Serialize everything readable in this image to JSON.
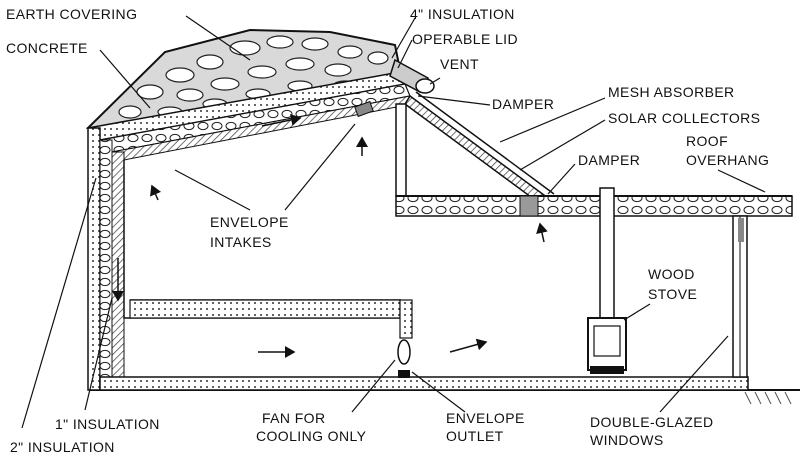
{
  "labels": {
    "earth_covering": "EARTH COVERING",
    "insulation_4": "4\" INSULATION",
    "operable_lid": "OPERABLE LID",
    "vent": "VENT",
    "concrete": "CONCRETE",
    "damper_top": "DAMPER",
    "mesh_absorber": "MESH ABSORBER",
    "solar_collectors": "SOLAR COLLECTORS",
    "damper_mid": "DAMPER",
    "roof": "ROOF",
    "overhang": "OVERHANG",
    "envelope": "ENVELOPE",
    "intakes": "INTAKES",
    "wood": "WOOD",
    "stove": "STOVE",
    "insulation_1": "1\" INSULATION",
    "insulation_2": "2\" INSULATION",
    "fan_for": "FAN FOR",
    "cooling_only": "COOLING ONLY",
    "envelope_b": "ENVELOPE",
    "outlet": "OUTLET",
    "double_glazed": "DOUBLE-GLAZED",
    "windows": "WINDOWS"
  },
  "colors": {
    "ink": "#111111",
    "paper": "#ffffff",
    "shade": "#8a8a8a"
  }
}
